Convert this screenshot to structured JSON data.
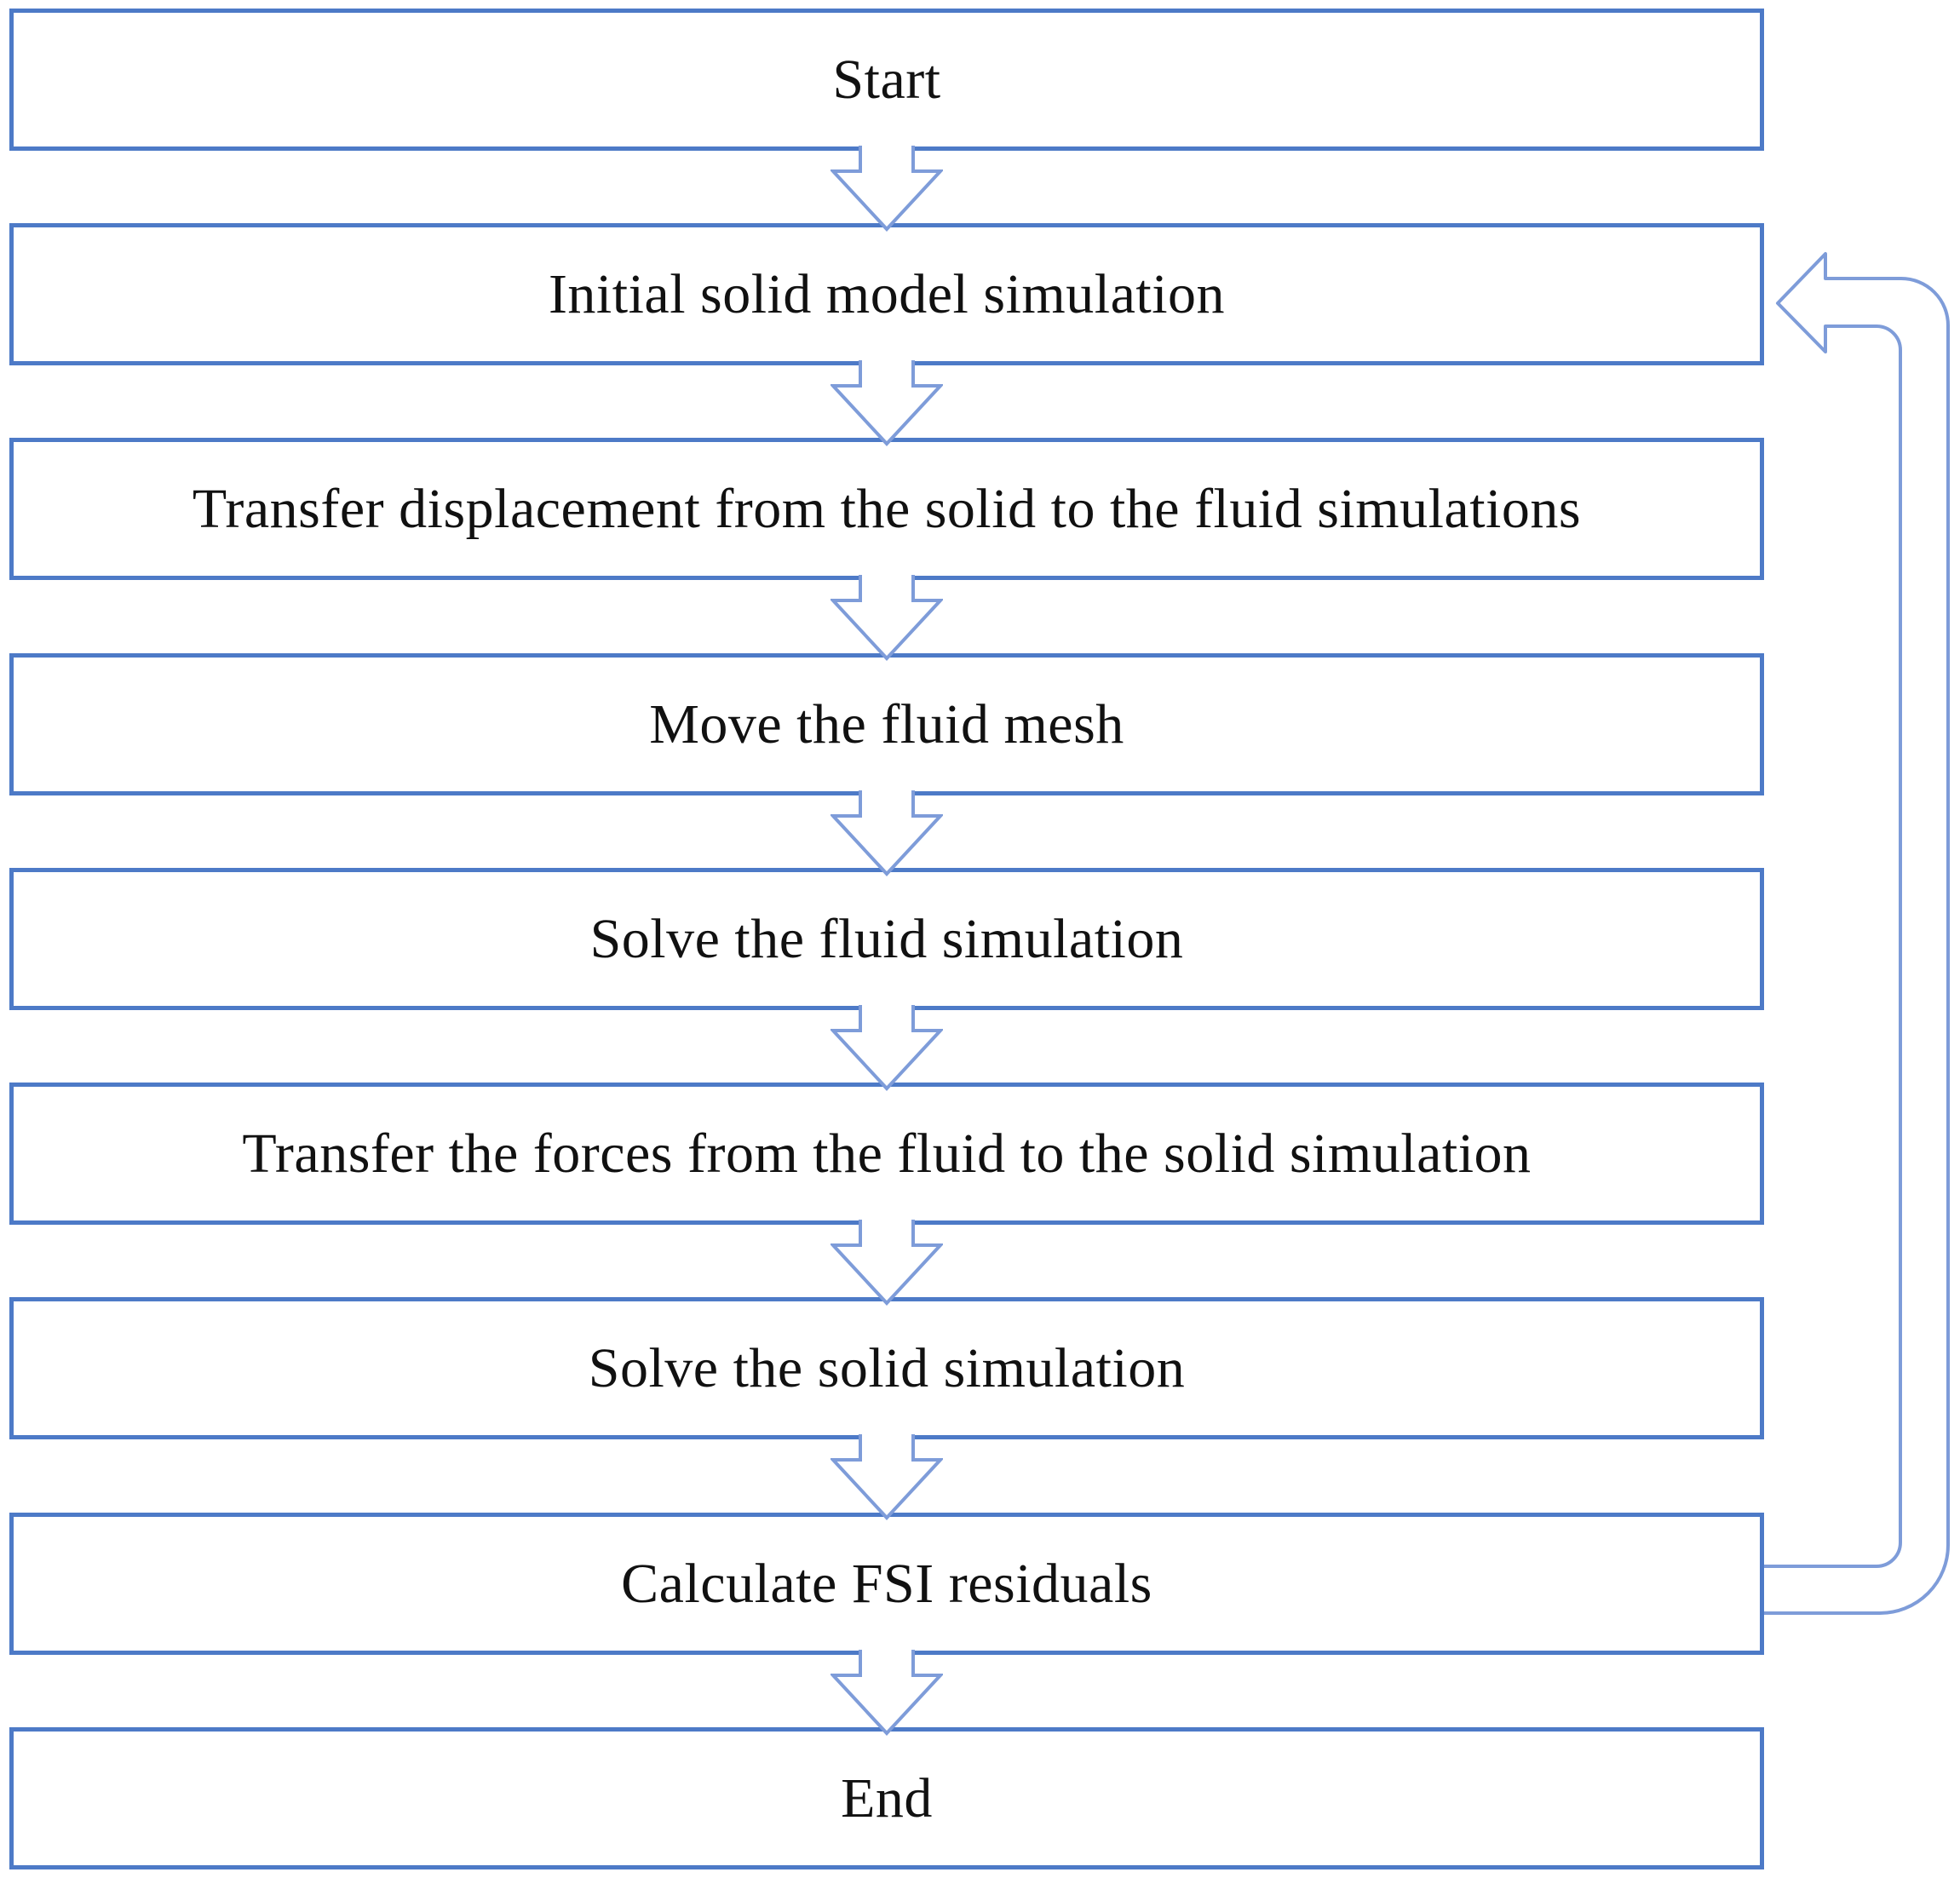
{
  "diagram": {
    "type": "flowchart",
    "nodes": [
      {
        "id": "start",
        "label": "Start"
      },
      {
        "id": "initial-solid",
        "label": "Initial solid model simulation"
      },
      {
        "id": "transfer-disp",
        "label": "Transfer displacement from the solid to the fluid simulations"
      },
      {
        "id": "move-mesh",
        "label": "Move the fluid mesh"
      },
      {
        "id": "solve-fluid",
        "label": "Solve the fluid simulation"
      },
      {
        "id": "transfer-forces",
        "label": "Transfer the forces from the fluid to the solid simulation"
      },
      {
        "id": "solve-solid",
        "label": "Solve the solid simulation"
      },
      {
        "id": "calc-residuals",
        "label": "Calculate FSI residuals"
      },
      {
        "id": "end",
        "label": "End"
      }
    ],
    "edges": [
      {
        "from": "start",
        "to": "initial-solid",
        "style": "hollow-block-down-arrow"
      },
      {
        "from": "initial-solid",
        "to": "transfer-disp",
        "style": "hollow-block-down-arrow"
      },
      {
        "from": "transfer-disp",
        "to": "move-mesh",
        "style": "hollow-block-down-arrow"
      },
      {
        "from": "move-mesh",
        "to": "solve-fluid",
        "style": "hollow-block-down-arrow"
      },
      {
        "from": "solve-fluid",
        "to": "transfer-forces",
        "style": "hollow-block-down-arrow"
      },
      {
        "from": "transfer-forces",
        "to": "solve-solid",
        "style": "hollow-block-down-arrow"
      },
      {
        "from": "solve-solid",
        "to": "calc-residuals",
        "style": "hollow-block-down-arrow"
      },
      {
        "from": "calc-residuals",
        "to": "end",
        "style": "hollow-block-down-arrow"
      },
      {
        "from": "calc-residuals",
        "to": "initial-solid",
        "style": "hollow-pipe-left-arrow-feedback-loop"
      }
    ],
    "colors": {
      "background": "#ffffff",
      "box_border": "#4d7ac7",
      "arrow_outline": "#7e9cd9",
      "text": "#111111"
    }
  }
}
